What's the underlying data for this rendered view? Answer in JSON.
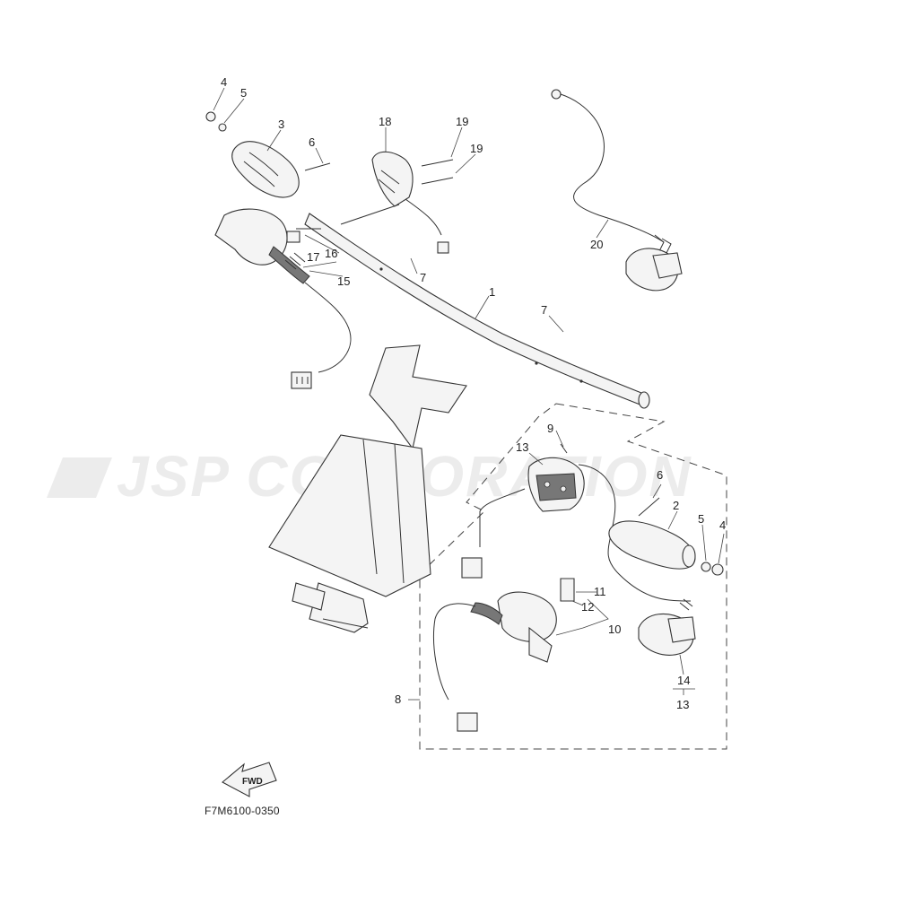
{
  "watermark": {
    "text": "JSP CORPORATION"
  },
  "diagram_code": "F7M6100-0350",
  "fwd_label": "FWD",
  "callouts": [
    {
      "key": "c4a",
      "label": "4"
    },
    {
      "key": "c5a",
      "label": "5"
    },
    {
      "key": "c3",
      "label": "3"
    },
    {
      "key": "c6a",
      "label": "6"
    },
    {
      "key": "c18",
      "label": "18"
    },
    {
      "key": "c19a",
      "label": "19"
    },
    {
      "key": "c19b",
      "label": "19"
    },
    {
      "key": "c16",
      "label": "16"
    },
    {
      "key": "c17",
      "label": "17"
    },
    {
      "key": "c15",
      "label": "15"
    },
    {
      "key": "c7a",
      "label": "7"
    },
    {
      "key": "c1",
      "label": "1"
    },
    {
      "key": "c7b",
      "label": "7"
    },
    {
      "key": "c20",
      "label": "20"
    },
    {
      "key": "c9",
      "label": "9"
    },
    {
      "key": "c13a",
      "label": "13"
    },
    {
      "key": "c6b",
      "label": "6"
    },
    {
      "key": "c2",
      "label": "2"
    },
    {
      "key": "c5b",
      "label": "5"
    },
    {
      "key": "c4b",
      "label": "4"
    },
    {
      "key": "c11",
      "label": "11"
    },
    {
      "key": "c12",
      "label": "12"
    },
    {
      "key": "c10",
      "label": "10"
    },
    {
      "key": "c8",
      "label": "8"
    },
    {
      "key": "c14",
      "label": "14"
    },
    {
      "key": "c13b",
      "label": "13"
    }
  ]
}
